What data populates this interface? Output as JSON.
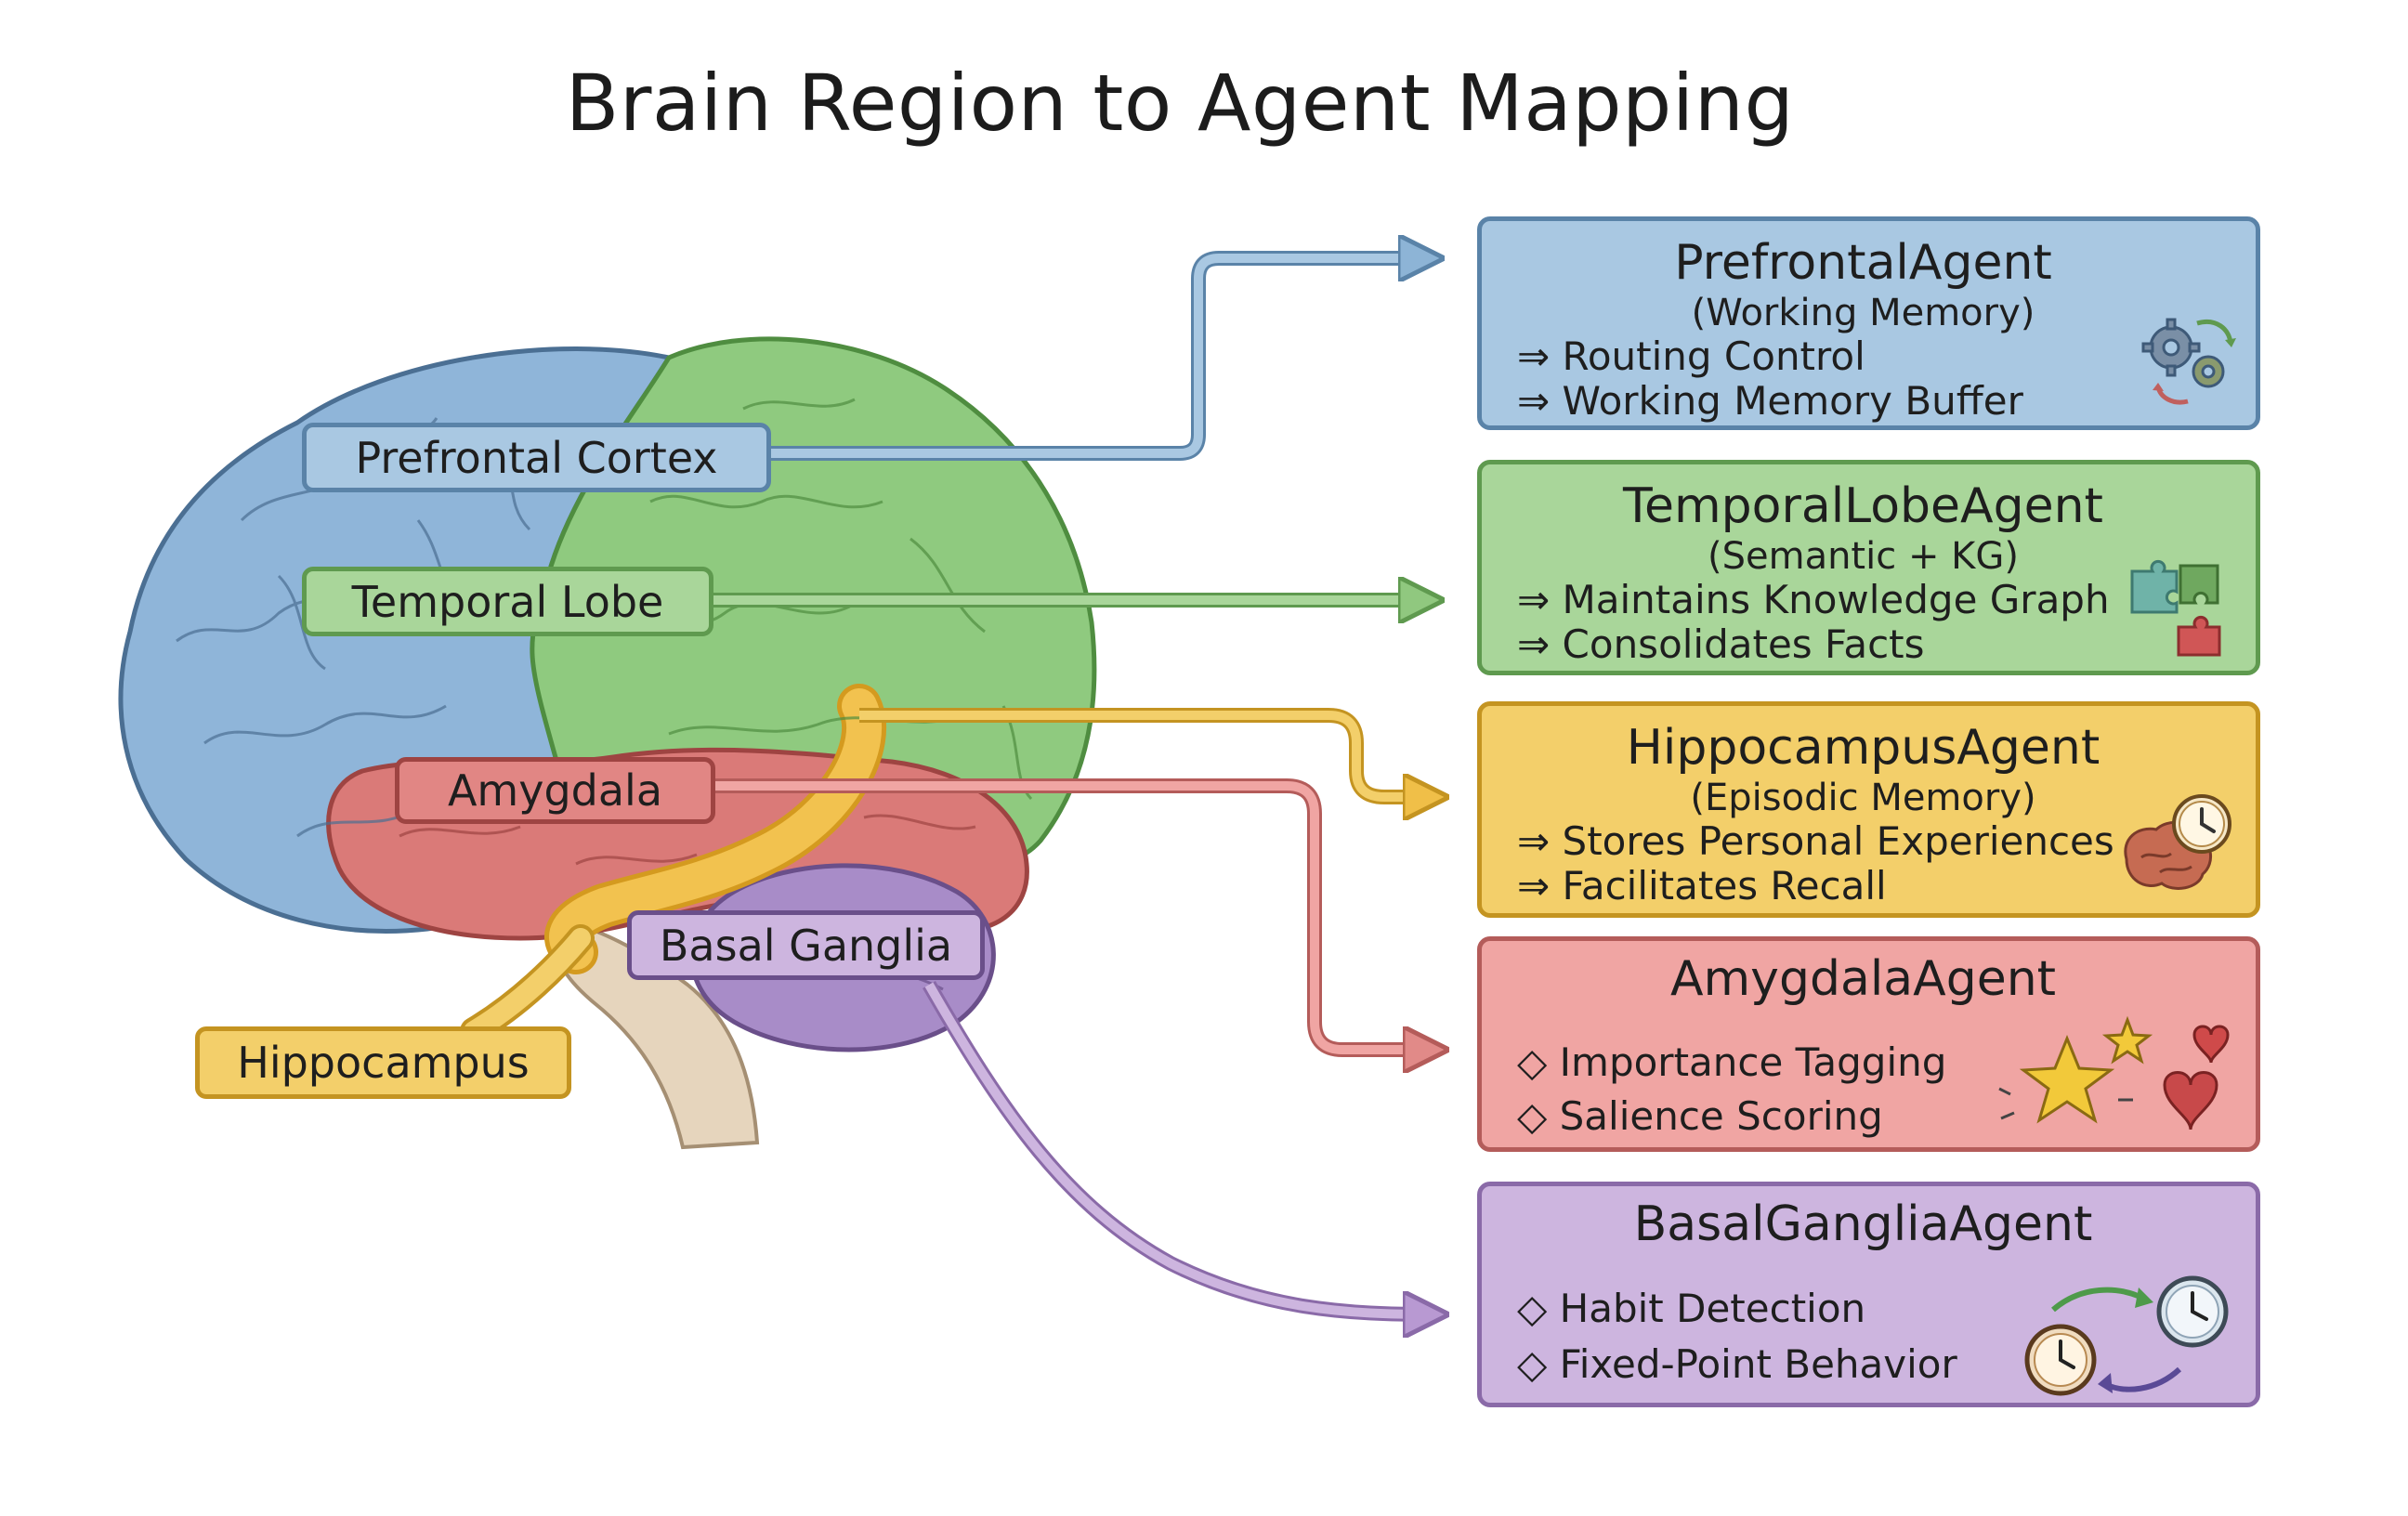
{
  "title": "Brain Region to Agent Mapping",
  "colors": {
    "prefrontal": "#a9c8e2",
    "temporal": "#a9d69a",
    "hippocampus": "#f3cf6a",
    "amygdala": "#f0a5a3",
    "basal_ganglia": "#cdb5df"
  },
  "regions": {
    "prefrontal": "Prefrontal Cortex",
    "temporal": "Temporal Lobe",
    "amygdala": "Amygdala",
    "basal_ganglia": "Basal Ganglia",
    "hippocampus": "Hippocampus"
  },
  "agents": {
    "prefrontal": {
      "name": "PrefrontalAgent",
      "subtitle": "(Working Memory)",
      "bullets": [
        "⇒ Routing Control",
        "⇒ Working Memory Buffer"
      ],
      "icon": "gears-cycle-icon"
    },
    "temporal": {
      "name": "TemporalLobeAgent",
      "subtitle": "(Semantic + KG)",
      "bullets": [
        "⇒ Maintains Knowledge Graph",
        "⇒ Consolidates Facts"
      ],
      "icon": "puzzle-pieces-icon"
    },
    "hippocampus": {
      "name": "HippocampusAgent",
      "subtitle": "(Episodic Memory)",
      "bullets": [
        "⇒ Stores Personal Experiences",
        "⇒ Facilitates Recall"
      ],
      "icon": "brain-clock-icon"
    },
    "amygdala": {
      "name": "AmygdalaAgent",
      "bullets": [
        "◇ Importance Tagging",
        "◇ Salience Scoring"
      ],
      "icon": "stars-hearts-icon"
    },
    "basal_ganglia": {
      "name": "BasalGangliaAgent",
      "bullets": [
        "◇ Habit Detection",
        "◇ Fixed-Point Behavior"
      ],
      "icon": "clocks-cycle-icon"
    }
  }
}
